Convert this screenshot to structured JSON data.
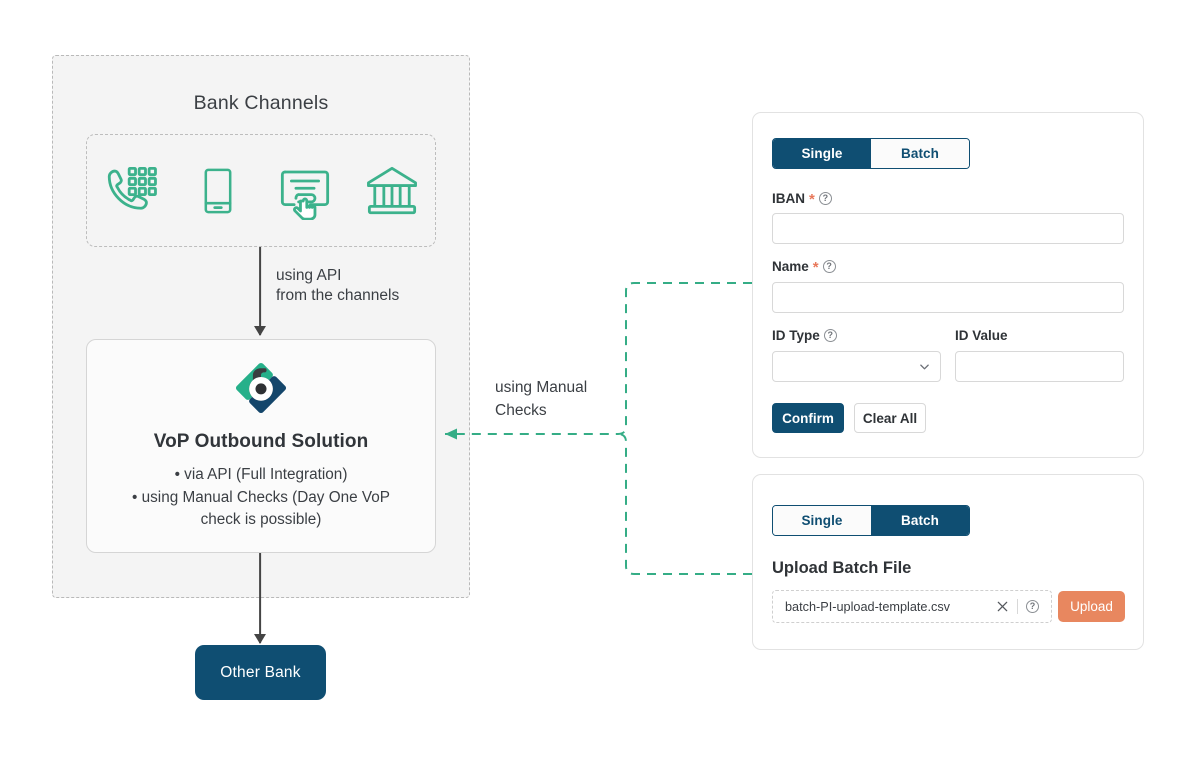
{
  "diagram": {
    "bank_channels": {
      "title": "Bank Channels",
      "icons": [
        {
          "name": "phone-keypad-icon",
          "label": "Phone / Call Center"
        },
        {
          "name": "mobile-phone-icon",
          "label": "Mobile Banking"
        },
        {
          "name": "online-form-click-icon",
          "label": "Online Banking"
        },
        {
          "name": "bank-building-icon",
          "label": "Branch"
        }
      ]
    },
    "api_connector_label": "using API\nfrom the channels",
    "manual_connector_label": "using Manual\nChecks",
    "vop": {
      "logo_name": "vop-diamond-logo",
      "title": "VoP Outbound Solution",
      "bullets": [
        "•  via API (Full Integration)",
        "•  using Manual Checks (Day One VoP",
        "check is possible)"
      ]
    },
    "other_bank_label": "Other Bank"
  },
  "single_panel": {
    "tabs": [
      {
        "label": "Single",
        "active": true
      },
      {
        "label": "Batch",
        "active": false
      }
    ],
    "fields": {
      "iban": {
        "label": "IBAN",
        "required": "*",
        "value": "",
        "placeholder": ""
      },
      "name": {
        "label": "Name",
        "required": "*",
        "value": "",
        "placeholder": ""
      },
      "id_type": {
        "label": "ID Type",
        "value": "",
        "placeholder": ""
      },
      "id_value": {
        "label": "ID Value",
        "value": "",
        "placeholder": ""
      }
    },
    "confirm_label": "Confirm",
    "clear_label": "Clear All",
    "help_glyph": "?"
  },
  "batch_panel": {
    "tabs": [
      {
        "label": "Single",
        "active": false
      },
      {
        "label": "Batch",
        "active": true
      }
    ],
    "upload_title": "Upload Batch File",
    "file_name": "batch-PI-upload-template.csv",
    "upload_label": "Upload",
    "help_glyph": "?"
  },
  "colors": {
    "navy": "#0f4e72",
    "teal": "#3cb28c",
    "coral": "#e8875f",
    "required_asterisk": "#e8785a",
    "panel_bg": "#f4f4f4",
    "text": "#3b3f44"
  }
}
